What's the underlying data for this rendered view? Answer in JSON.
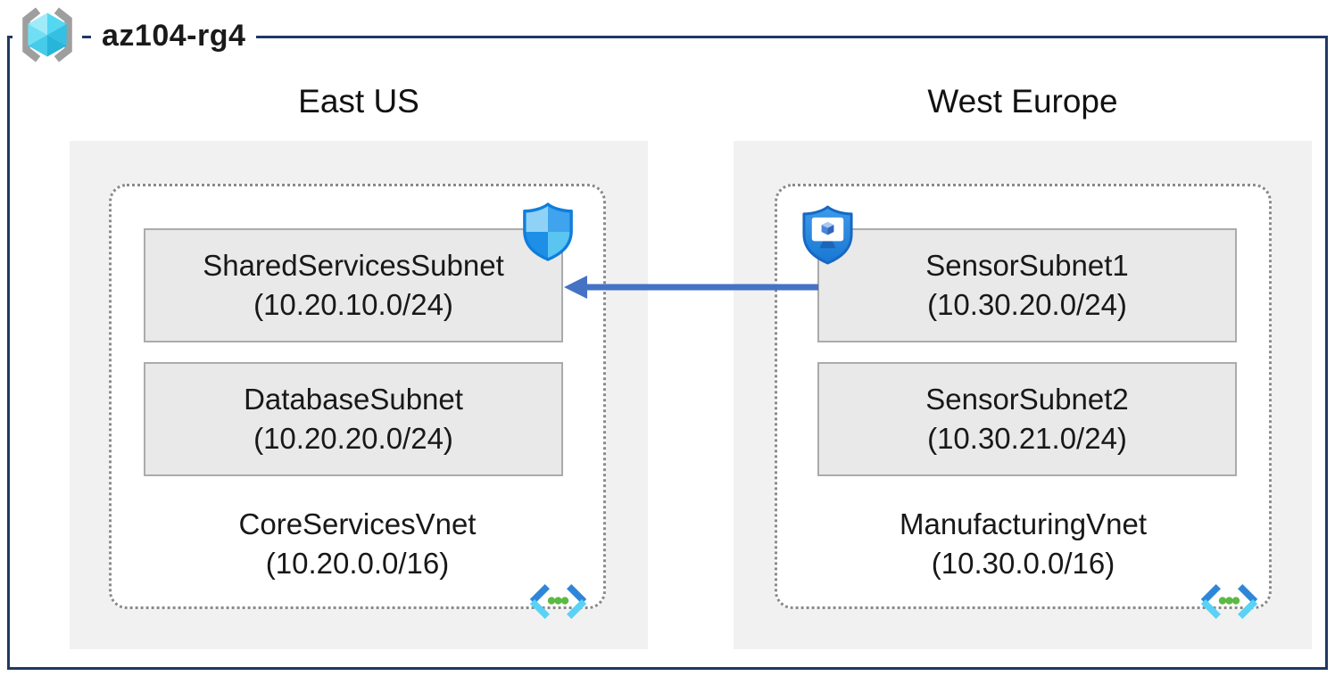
{
  "resource_group": {
    "name": "az104-rg4"
  },
  "regions": [
    {
      "name": "East US",
      "vnet": {
        "name": "CoreServicesVnet",
        "cidr": "(10.20.0.0/16)",
        "subnets": [
          {
            "name": "SharedServicesSubnet",
            "cidr": "(10.20.10.0/24)"
          },
          {
            "name": "DatabaseSubnet",
            "cidr": "(10.20.20.0/24)"
          }
        ]
      },
      "badge_icon": "network-security-group-shield"
    },
    {
      "name": "West Europe",
      "vnet": {
        "name": "ManufacturingVnet",
        "cidr": "(10.30.0.0/16)",
        "subnets": [
          {
            "name": "SensorSubnet1",
            "cidr": "(10.30.20.0/24)"
          },
          {
            "name": "SensorSubnet2",
            "cidr": "(10.30.21.0/24)"
          }
        ]
      },
      "badge_icon": "application-security-group-shield"
    }
  ],
  "connection": {
    "from": "SensorSubnet1",
    "to": "SharedServicesSubnet",
    "direction": "right-to-left",
    "color": "#4472C4"
  },
  "icons": {
    "resource_group": "resource-group-cube-brackets-icon",
    "virtual_network": "virtual-network-chevrons-icon"
  },
  "colors": {
    "border_navy": "#1F3864",
    "region_fill": "#F1F1F2",
    "subnet_fill": "#E9E9E9",
    "subnet_border": "#ABABAB",
    "dashed_border": "#8A8A8A",
    "arrow_blue": "#4472C4",
    "vnet_green_dots": "#5CB943",
    "shield_outline": "#0E7EDC"
  }
}
